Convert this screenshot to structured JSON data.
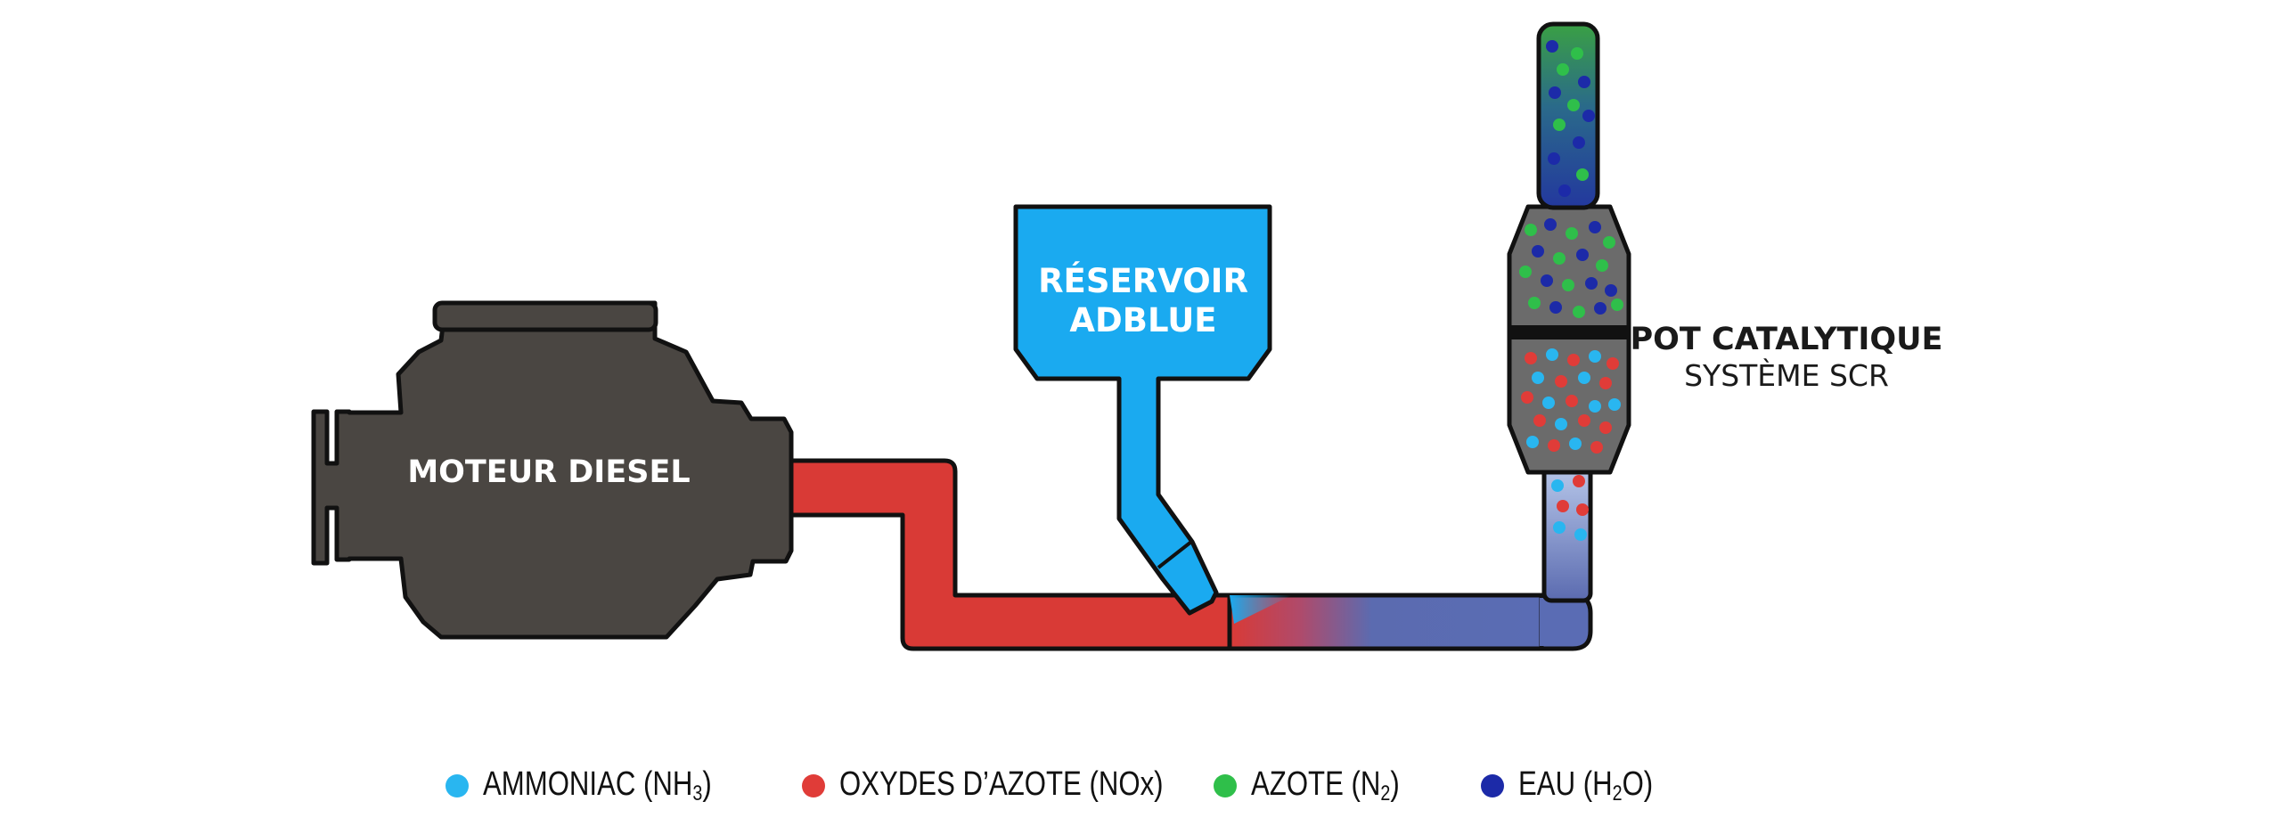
{
  "colors": {
    "engine": "#4a4642",
    "exhaust_hot": "#d93a36",
    "exhaust_treated": "#5b6bb0",
    "adblue": "#1aaaf0",
    "catalyst_body": "#6b6b6b",
    "ammoniac": "#29b6f0",
    "nox": "#e03c38",
    "azote": "#2fbf4a",
    "eau": "#1c2aa8"
  },
  "labels": {
    "engine": "MOTEUR DIESEL",
    "tank_line1": "RÉSERVOIR",
    "tank_line2": "ADBLUE",
    "catalyst_title": "POT CATALYTIQUE",
    "catalyst_subtitle": "SYSTÈME SCR"
  },
  "icons": {
    "engine": "diesel-engine-icon",
    "tank": "adblue-tank-icon",
    "catalyst": "catalytic-converter-icon"
  },
  "legend": [
    {
      "key": "ammoniac",
      "text": "AMMONIAC (NH",
      "sub": "3",
      "tail": ")"
    },
    {
      "key": "nox",
      "text": "OXYDES D’AZOTE (NOx)",
      "sub": "",
      "tail": ""
    },
    {
      "key": "azote",
      "text": "AZOTE (N",
      "sub": "2",
      "tail": ")"
    },
    {
      "key": "eau",
      "text": "EAU (H",
      "sub": "2",
      "tail": "O)"
    }
  ]
}
